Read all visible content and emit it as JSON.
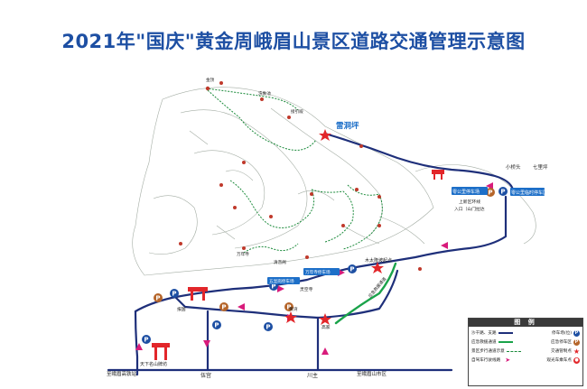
{
  "title": "2021年\"国庆\"黄金周峨眉山景区道路交通管理示意图",
  "colors": {
    "main_road": "#1e2f7a",
    "emergency": "#1aa34a",
    "trail": "#1a8a3a",
    "direction": "#d81b7b",
    "parking": "#1d4fa3",
    "traffic_control": "#e2262a",
    "title": "#1d4fa3"
  },
  "places": {
    "leidongping": "雷洞坪",
    "xiaojiaotou": "小桥头",
    "qilizhi": "七里坪",
    "lingongli_parking": "零公里停车场",
    "lingongli_temp": "零公里临时停车区域",
    "shangxin_line": "上新区环线",
    "shanmen_entry": "入口（山门拉达",
    "mutai_turn": "木太隆坡起点",
    "wannian_parking": "万年寺停车场",
    "wutong_parking": "五显岗停车场",
    "linggong": "灵空寺",
    "huangwan": "黄湾",
    "baoguo": "报国",
    "yuzhang": "伍宫",
    "gaozhang": "高家",
    "chuanzhu": "川主",
    "tianxia_arch": "天下名山牌坊",
    "station": "至峨眉高铁站",
    "city": "至峨眉山市区",
    "qingyin": "清音阁",
    "jinding": "金顶",
    "wannian": "万年寺",
    "xixiang": "洗象池",
    "jieyin": "接引殿",
    "emergency_road_label": "应急救援通道"
  },
  "legend": {
    "heading": "图 例",
    "rows": [
      {
        "left": "沙干路、支路",
        "right": "停车场(位)"
      },
      {
        "left": "应急救援通道",
        "right": "应急停车区"
      },
      {
        "left": "景区步行通道示意",
        "right": "交通管制点"
      },
      {
        "left": "自驾车行驶线路",
        "right": "观光车乘车点"
      }
    ]
  }
}
